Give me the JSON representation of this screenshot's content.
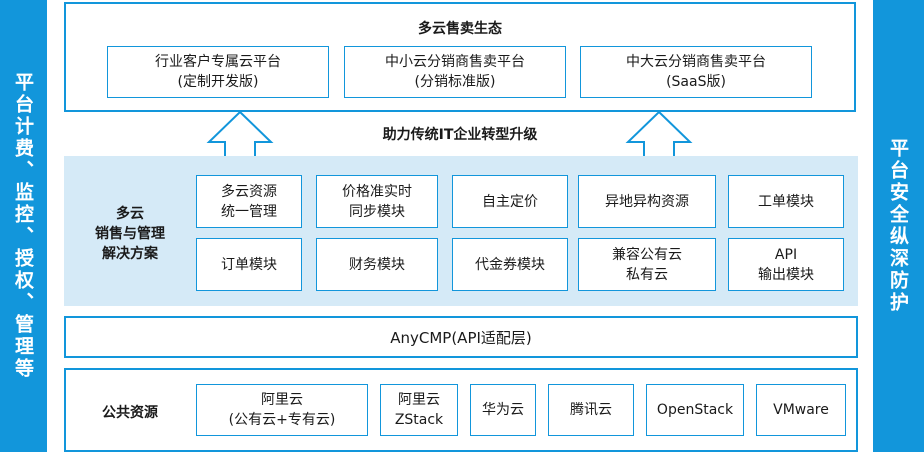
{
  "left_bar": {
    "text": "平台计费、监控、授权、管理等"
  },
  "right_bar": {
    "text": "平台安全纵深防护"
  },
  "ecosystem": {
    "title": "多云售卖生态",
    "platforms": [
      {
        "line1": "行业客户专属云平台",
        "line2": "(定制开发版)"
      },
      {
        "line1": "中小云分销商售卖平台",
        "line2": "(分销标准版)"
      },
      {
        "line1": "中大云分销商售卖平台",
        "line2": "(SaaS版)"
      }
    ]
  },
  "upgrade_label": "助力传统IT企业转型升级",
  "solution": {
    "title_line1": "多云",
    "title_line2": "销售与管理",
    "title_line3": "解决方案",
    "modules": [
      {
        "line1": "多云资源",
        "line2": "统一管理"
      },
      {
        "line1": "价格准实时",
        "line2": "同步模块"
      },
      {
        "line1": "自主定价",
        "line2": ""
      },
      {
        "line1": "异地异构资源",
        "line2": ""
      },
      {
        "line1": "工单模块",
        "line2": ""
      },
      {
        "line1": "订单模块",
        "line2": ""
      },
      {
        "line1": "财务模块",
        "line2": ""
      },
      {
        "line1": "代金券模块",
        "line2": ""
      },
      {
        "line1": "兼容公有云",
        "line2": "私有云"
      },
      {
        "line1": "API",
        "line2": "输出模块"
      }
    ]
  },
  "anycmp": {
    "text": "AnyCMP(API适配层)"
  },
  "public_resources": {
    "title": "公共资源",
    "providers": [
      {
        "line1": "阿里云",
        "line2": "(公有云+专有云)"
      },
      {
        "line1": "阿里云",
        "line2": "ZStack"
      },
      {
        "line1": "华为云",
        "line2": ""
      },
      {
        "line1": "腾讯云",
        "line2": ""
      },
      {
        "line1": "OpenStack",
        "line2": ""
      },
      {
        "line1": "VMware",
        "line2": ""
      }
    ]
  },
  "colors": {
    "primary": "#1296db",
    "band": "#d5eaf7",
    "border": "#1296db"
  }
}
